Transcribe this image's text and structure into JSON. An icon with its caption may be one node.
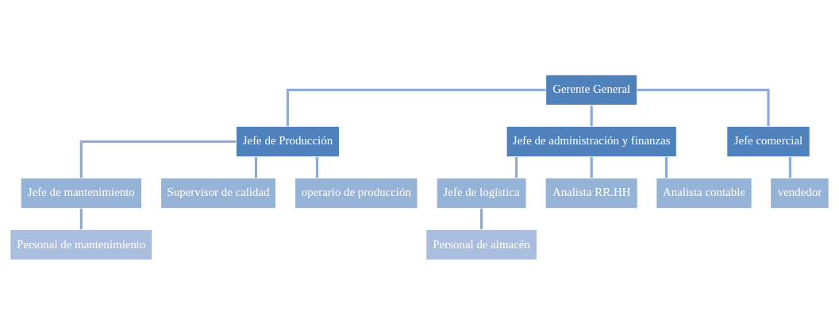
{
  "diagram": {
    "nodes": [
      {
        "text": [
          "Gerente General"
        ]
      },
      {
        "text": [
          "Jefe de Producción"
        ]
      },
      {
        "text": [
          "Jefe de administración y finanzas"
        ]
      },
      {
        "text": [
          "Jefe comercial"
        ]
      },
      {
        "text": [
          "Jefe de mantenimiento"
        ]
      },
      {
        "text": [
          "Supervisor de calidad"
        ]
      },
      {
        "text": [
          "operario de producción"
        ]
      },
      {
        "text": [
          "Personal de mantenimiento"
        ]
      },
      {
        "text": [
          "Jefe de logística"
        ]
      },
      {
        "text": [
          "Analista RR.HH"
        ]
      },
      {
        "text": [
          "Analista contable"
        ]
      },
      {
        "text": [
          "Personal de almacén"
        ]
      },
      {
        "text": [
          "vendedor"
        ]
      }
    ],
    "edges": [
      {
        "from": 0,
        "to": 1,
        "arrow": "none"
      },
      {
        "from": 0,
        "to": 2,
        "arrow": "none"
      },
      {
        "from": 0,
        "to": 3,
        "arrow": "none"
      },
      {
        "from": 1,
        "to": 4,
        "arrow": "none"
      },
      {
        "from": 1,
        "to": 5,
        "arrow": "none"
      },
      {
        "from": 1,
        "to": 6,
        "arrow": "none"
      },
      {
        "from": 4,
        "to": 7,
        "arrow": "none"
      },
      {
        "from": 2,
        "to": 8,
        "arrow": "none"
      },
      {
        "from": 2,
        "to": 9,
        "arrow": "none"
      },
      {
        "from": 2,
        "to": 10,
        "arrow": "none"
      },
      {
        "from": 8,
        "to": 11,
        "arrow": "none"
      },
      {
        "from": 3,
        "to": 12,
        "arrow": "none"
      }
    ]
  }
}
